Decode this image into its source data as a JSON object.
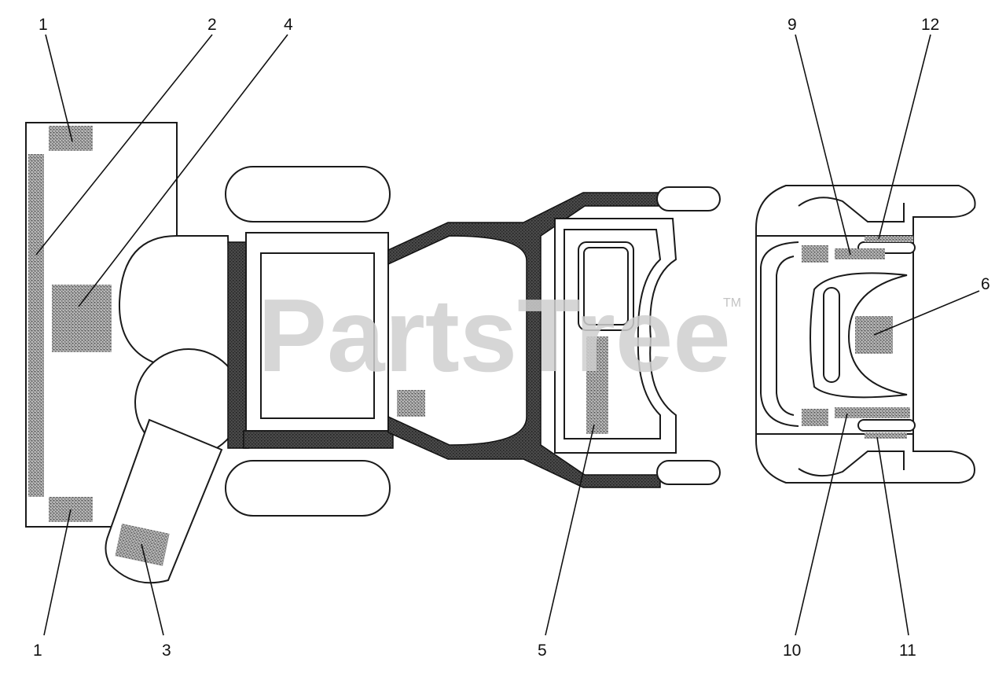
{
  "watermark": {
    "text": "PartsTree",
    "trademark": "TM"
  },
  "callouts": {
    "c1a": "1",
    "c1b": "1",
    "c2": "2",
    "c3": "3",
    "c4": "4",
    "c5": "5",
    "c6": "6",
    "c9": "9",
    "c10": "10",
    "c11": "11",
    "c12": "12"
  },
  "colors": {
    "line": "#1a1a1a",
    "decal": "#8a8a8a",
    "frame": "#3a3a3a",
    "watermark": "#cfcfcf"
  }
}
